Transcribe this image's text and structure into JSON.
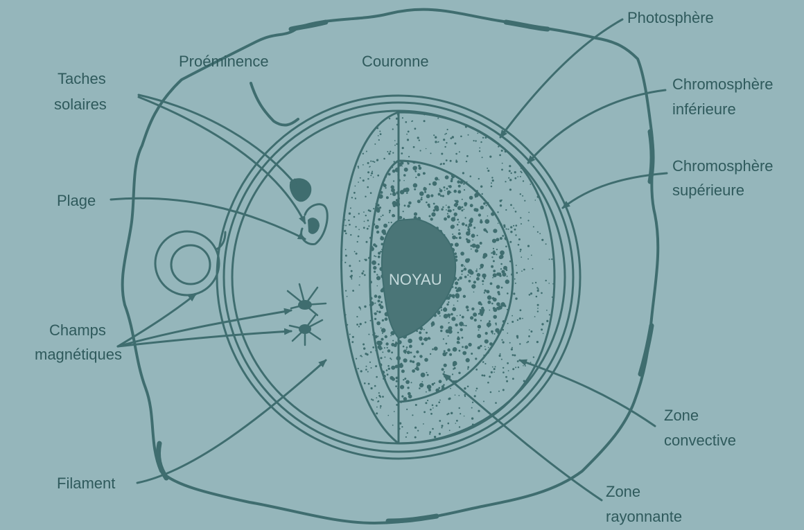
{
  "colors": {
    "background": "#95b6bb",
    "ink": "#3f6d6f",
    "text": "#2f5a5c",
    "core_fill": "#4a7577",
    "core_text": "#c5dadc"
  },
  "labels": {
    "photosphere": "Photosphère",
    "proeminence": "Proéminence",
    "couronne": "Couronne",
    "taches_line1": "Taches",
    "taches_line2": "solaires",
    "chromo_inf_line1": "Chromosphère",
    "chromo_inf_line2": "inférieure",
    "chromo_sup_line1": "Chromosphère",
    "chromo_sup_line2": "supérieure",
    "plage": "Plage",
    "noyau": "NOYAU",
    "champs_line1": "Champs",
    "champs_line2": "magnétiques",
    "zone_conv_line1": "Zone",
    "zone_conv_line2": "convective",
    "filament": "Filament",
    "zone_ray_line1": "Zone",
    "zone_ray_line2": "rayonnante"
  }
}
